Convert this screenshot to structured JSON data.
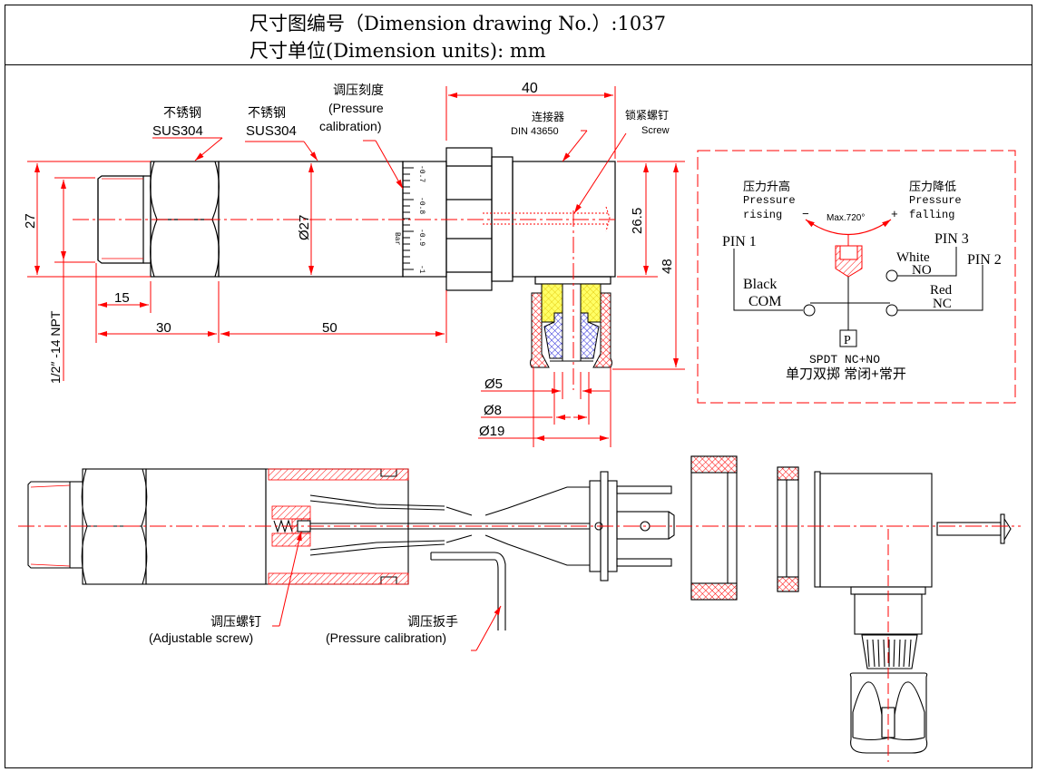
{
  "header": {
    "drawing_no_label": "尺寸图编号（Dimension drawing No.）:1037",
    "units_label": "尺寸单位(Dimension units): mm"
  },
  "colors": {
    "outline": "#000000",
    "dimension": "#ff0000",
    "hatch_red": "#ff0000",
    "hatch_yellow": "#ffff66",
    "hatch_blue": "#2a2ad8"
  },
  "top_view": {
    "labels": {
      "material_1_cn": "不锈钢",
      "material_1_en": "SUS304",
      "material_2_cn": "不锈钢",
      "material_2_en": "SUS304",
      "calib_cn": "调压刻度",
      "calib_en_1": "(Pressure",
      "calib_en_2": "calibration)",
      "connector_cn": "连接器",
      "connector_en": "DIN 43650",
      "screw_cn": "锁紧螺钉",
      "screw_en": "Screw",
      "thread": "1/2″ -14 NPT"
    },
    "scale": {
      "ticks": [
        "-0.7",
        "-0.8",
        "-0.9",
        "-1"
      ],
      "unit": "Bar"
    },
    "dimensions": {
      "hex_height": "27",
      "body_dia": "Ø27",
      "thread_len": "15",
      "hex_len": "30",
      "body_len": "50",
      "connector_len": "40",
      "connector_h": "26.5",
      "total_h": "48",
      "d5": "Ø5",
      "d8": "Ø8",
      "d19": "Ø19"
    }
  },
  "schematic": {
    "rising_cn": "压力升高",
    "rising_en_1": "Pressure",
    "rising_en_2": "rising",
    "falling_cn": "压力降低",
    "falling_en_1": "Pressure",
    "falling_en_2": "falling",
    "minus": "−",
    "plus": "+",
    "max_angle": "Max.720°",
    "pin1": "PIN 1",
    "pin2": "PIN 2",
    "pin3": "PIN 3",
    "black": "Black",
    "com": "COM",
    "white": "White",
    "no": "NO",
    "red": "Red",
    "nc": "NC",
    "p": "P",
    "spdt": "SPDT NC+NO",
    "spdt_cn": "单刀双掷 常闭+常开"
  },
  "exploded_view": {
    "adj_screw_cn": "调压螺钉",
    "adj_screw_en": "(Adjustable screw)",
    "wrench_cn": "调压扳手",
    "wrench_en": "(Pressure calibration)"
  }
}
